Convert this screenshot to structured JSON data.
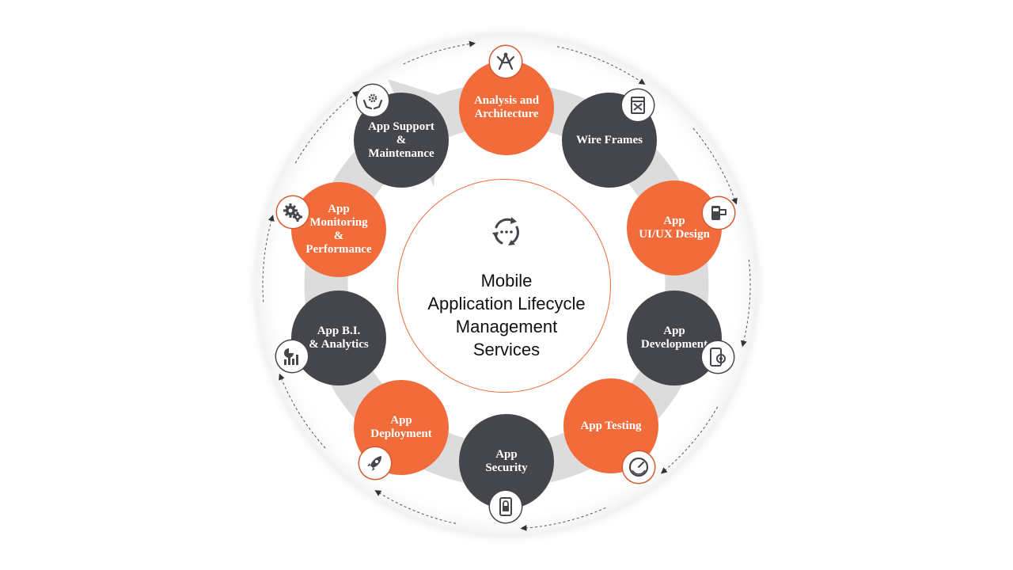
{
  "center": {
    "title": "Mobile\nApplication Lifecycle\nManagement\nServices",
    "icon": "cycle-arrows-icon"
  },
  "colors": {
    "orange": "#f26b3a",
    "dark": "#45464c",
    "ring": "#dcdcdc"
  },
  "stages": [
    {
      "label": "Analysis and\nArchitecture",
      "color": "orange",
      "icon": "drafting-compass-icon"
    },
    {
      "label": "Wire Frames",
      "color": "dark",
      "icon": "wireframe-icon"
    },
    {
      "label": "App\nUI/UX Design",
      "color": "orange",
      "icon": "ui-ux-devices-icon"
    },
    {
      "label": "App\nDevelopment",
      "color": "dark",
      "icon": "mobile-gear-icon"
    },
    {
      "label": "App Testing",
      "color": "orange",
      "icon": "speedometer-icon"
    },
    {
      "label": "App\nSecurity",
      "color": "dark",
      "icon": "mobile-lock-icon"
    },
    {
      "label": "App\nDeployment",
      "color": "orange",
      "icon": "rocket-icon"
    },
    {
      "label": "App B.I.\n& Analytics",
      "color": "dark",
      "icon": "chart-analytics-icon"
    },
    {
      "label": "App\nMonitoring\n&\nPerformance",
      "color": "orange",
      "icon": "gears-icon"
    },
    {
      "label": "App Support\n&\nMaintenance",
      "color": "dark",
      "icon": "hands-gear-icon"
    }
  ]
}
